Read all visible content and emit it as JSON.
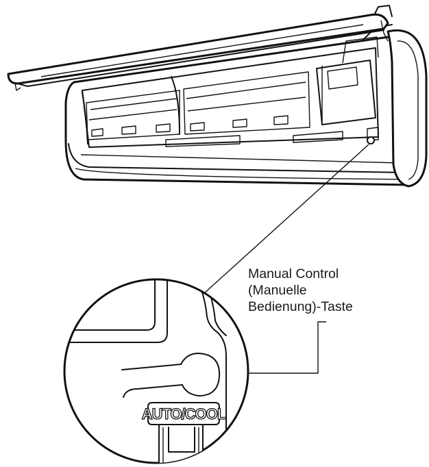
{
  "callout": {
    "lines": [
      "Manual Control",
      "(Manuelle",
      "Bedienung)-Taste"
    ]
  },
  "button": {
    "label": "AUTO/COOL"
  }
}
